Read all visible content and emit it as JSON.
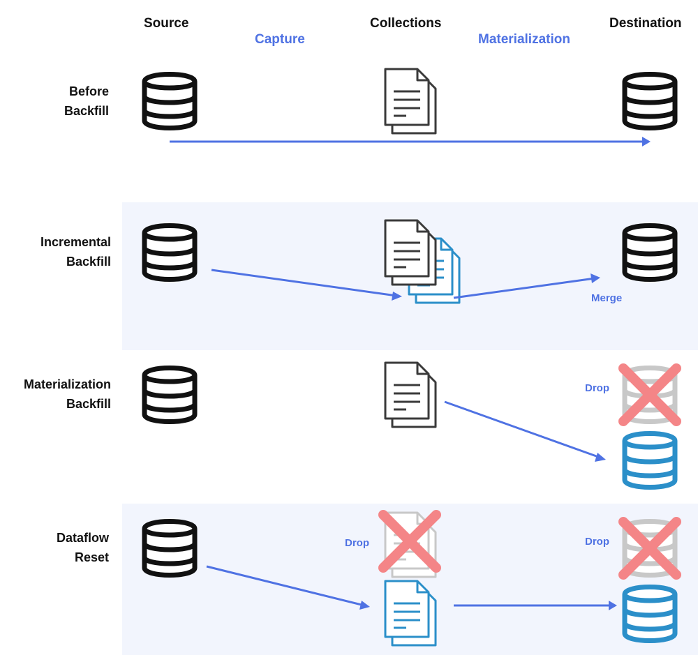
{
  "columns": {
    "source": "Source",
    "collections": "Collections",
    "destination": "Destination"
  },
  "steps": {
    "capture": "Capture",
    "materialization": "Materialization"
  },
  "rows": [
    {
      "id": "before",
      "line1": "Before",
      "line2": "Backfill"
    },
    {
      "id": "incremental",
      "line1": "Incremental",
      "line2": "Backfill",
      "note": "Merge"
    },
    {
      "id": "materialization",
      "line1": "Materialization",
      "line2": "Backfill",
      "note": "Drop"
    },
    {
      "id": "reset",
      "line1": "Dataflow",
      "line2": "Reset",
      "note_collection": "Drop",
      "note_destination": "Drop"
    }
  ],
  "colors": {
    "arrow": "#4f72e3",
    "new_item": "#2b8fc9",
    "dropped_item": "#c8c8c8",
    "drop_cross": "#f48587",
    "band": "#f2f5fd",
    "icon": "#111111"
  }
}
